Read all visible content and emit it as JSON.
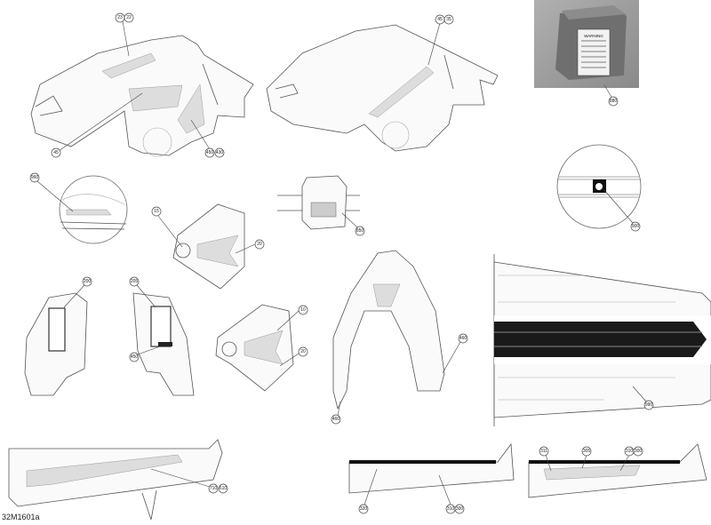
{
  "drawing_ref": "32M1601a",
  "photo": {
    "label_text": "WARNING"
  },
  "callouts": {
    "c23": "23",
    "c22": "22",
    "c45a": "45",
    "c450a": "450",
    "c430": "430",
    "c45b": "45",
    "c35": "35",
    "c880": "880",
    "c900": "900",
    "c960": "960",
    "c15": "15",
    "c20a": "20",
    "c850": "850",
    "c200": "200",
    "c205": "205",
    "c450b": "450",
    "c10": "10",
    "c20b": "20",
    "c460a": "460",
    "c460b": "460",
    "c990": "990",
    "c710": "710",
    "c610": "610",
    "c320": "320",
    "c310a": "310",
    "c300a": "300",
    "c311": "311",
    "c305": "305",
    "c310b": "310",
    "c300b": "300"
  }
}
